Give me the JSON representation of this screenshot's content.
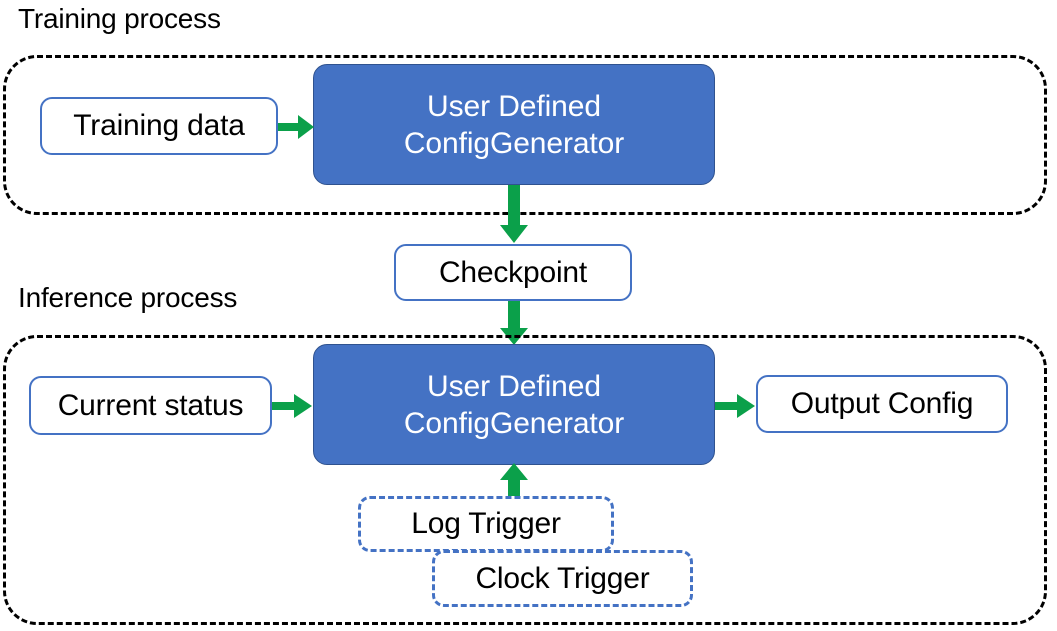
{
  "figure": {
    "type": "flow-diagram",
    "background": "#ffffff",
    "accent_blue": "#4472C4",
    "accent_blue_dark": "#2F528F",
    "accent_green": "#0BA04A",
    "boundary_color": "#000000"
  },
  "sections": [
    {
      "id": "training",
      "title": "Training process"
    },
    {
      "id": "inference",
      "title": "Inference process"
    }
  ],
  "nodes": {
    "training_data": {
      "label": "Training data",
      "style": "white-rounded"
    },
    "train_generator": {
      "label": "User Defined\nConfigGenerator",
      "style": "blue-filled"
    },
    "checkpoint": {
      "label": "Checkpoint",
      "style": "white-rounded"
    },
    "current_status": {
      "label": "Current status",
      "style": "white-rounded"
    },
    "infer_generator": {
      "label": "User Defined\nConfigGenerator",
      "style": "blue-filled"
    },
    "output_config": {
      "label": "Output Config",
      "style": "white-rounded"
    },
    "log_trigger": {
      "label": "Log Trigger",
      "style": "blue-dashed"
    },
    "clock_trigger": {
      "label": "Clock Trigger",
      "style": "blue-dashed"
    }
  },
  "edges": [
    {
      "from": "training_data",
      "to": "train_generator",
      "direction": "right"
    },
    {
      "from": "train_generator",
      "to": "checkpoint",
      "direction": "down"
    },
    {
      "from": "checkpoint",
      "to": "infer_generator",
      "direction": "down"
    },
    {
      "from": "current_status",
      "to": "infer_generator",
      "direction": "right"
    },
    {
      "from": "infer_generator",
      "to": "output_config",
      "direction": "right"
    },
    {
      "from": "log_trigger",
      "to": "infer_generator",
      "direction": "up"
    }
  ]
}
